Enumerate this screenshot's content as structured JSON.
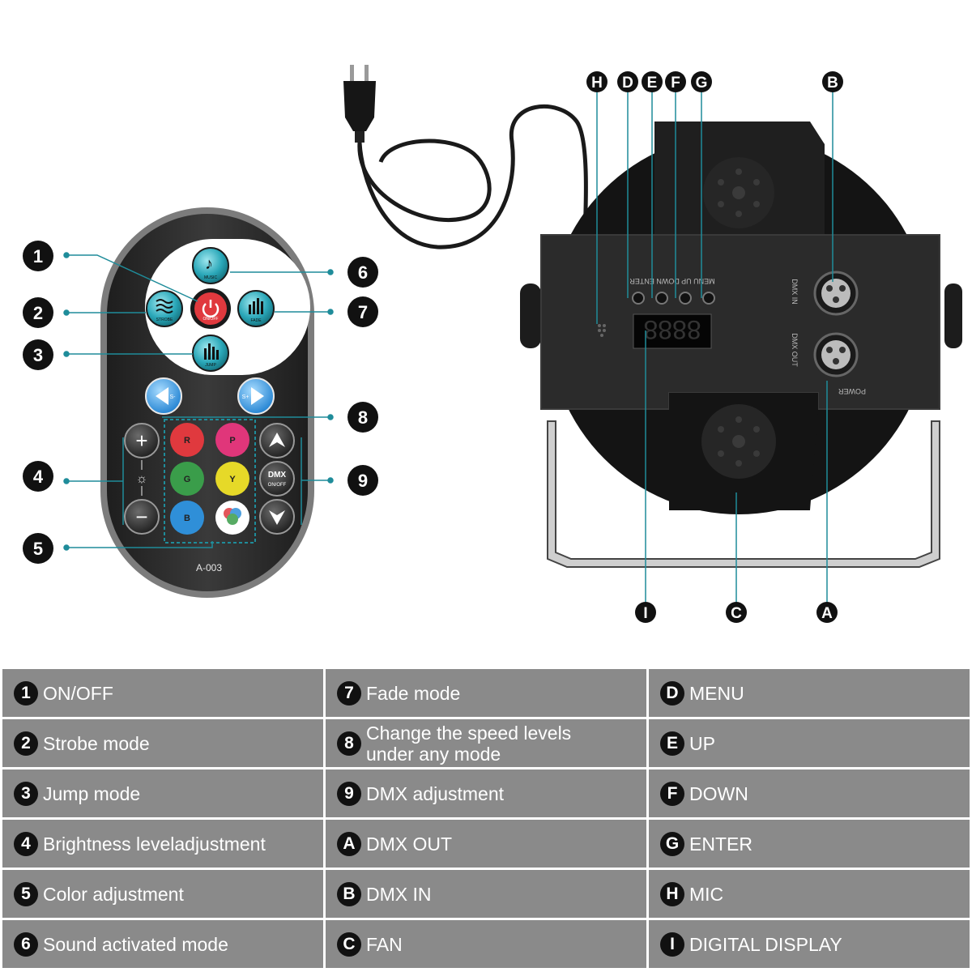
{
  "remote": {
    "model": "A-003",
    "buttons": {
      "music": "MUSIC",
      "onoff": "ON/OFF",
      "strobe": "STROBE",
      "fade": "FADE",
      "jump": "JUMP",
      "speed_minus": "S-",
      "speed_plus": "S+",
      "plus": "+",
      "minus": "−",
      "red": "R",
      "pink": "P",
      "green": "G",
      "yellow": "Y",
      "blue": "B",
      "dmx": "DMX",
      "dmx_onoff": "ON/OFF"
    },
    "callouts": [
      "1",
      "2",
      "3",
      "4",
      "5",
      "6",
      "7",
      "8",
      "9"
    ]
  },
  "device": {
    "display_digits": "8888",
    "labels": {
      "dmx_in": "DMX IN",
      "dmx_out": "DMX OUT",
      "power": "POWER",
      "menu_row": "MENU  UP  DOWN  ENTER"
    },
    "callouts_top": [
      "H",
      "D",
      "E",
      "F",
      "G",
      "B"
    ],
    "callouts_bottom": [
      "I",
      "C",
      "A"
    ]
  },
  "legend": {
    "rows": [
      [
        {
          "key": "1",
          "text": "ON/OFF"
        },
        {
          "key": "7",
          "text": "Fade mode"
        },
        {
          "key": "D",
          "text": "MENU"
        }
      ],
      [
        {
          "key": "2",
          "text": "Strobe mode"
        },
        {
          "key": "8",
          "text": "Change the speed levels\nunder any mode"
        },
        {
          "key": "E",
          "text": "UP"
        }
      ],
      [
        {
          "key": "3",
          "text": "Jump mode"
        },
        {
          "key": "9",
          "text": "DMX adjustment"
        },
        {
          "key": "F",
          "text": "DOWN"
        }
      ],
      [
        {
          "key": "4",
          "text": "Brightness leveladjustment"
        },
        {
          "key": "A",
          "text": "DMX OUT"
        },
        {
          "key": "G",
          "text": "ENTER"
        }
      ],
      [
        {
          "key": "5",
          "text": "Color adjustment"
        },
        {
          "key": "B",
          "text": "DMX IN"
        },
        {
          "key": "H",
          "text": "MIC"
        }
      ],
      [
        {
          "key": "6",
          "text": "Sound activated mode"
        },
        {
          "key": "C",
          "text": "FAN"
        },
        {
          "key": "I",
          "text": "DIGITAL DISPLAY"
        }
      ]
    ]
  },
  "colors": {
    "teal": "#1f8c9a",
    "callout": "#111111",
    "red": "#e0393e",
    "pink": "#e0367a",
    "green": "#3a9d4a",
    "yellow": "#e6d928",
    "blue": "#2f8fd8",
    "cell": "#8a8a8a"
  }
}
